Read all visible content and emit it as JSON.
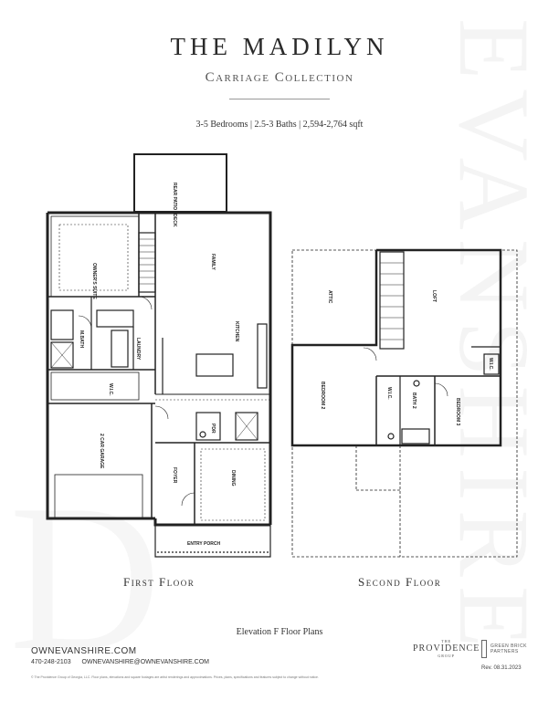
{
  "watermark": "EVANSHIRE",
  "header": {
    "title": "THE MADILYN",
    "subtitle": "Carriage Collection",
    "specs": "3-5 Bedrooms  |  2.5-3 Baths  |  2,594-2,764 sqft"
  },
  "first_floor": {
    "label": "First Floor",
    "rooms": {
      "deck": "REAR PATIO / DECK",
      "owners_suite": "OWNER'S SUITE",
      "family": "FAMILY",
      "kitchen": "KITCHEN",
      "mbath": "M.BATH",
      "laundry": "LAUNDRY",
      "wic": "W.I.C.",
      "garage": "2 CAR GARAGE",
      "pdr": "PDR",
      "foyer": "FOYER",
      "dining": "DINING",
      "entry_porch": "ENTRY PORCH"
    }
  },
  "second_floor": {
    "label": "Second Floor",
    "rooms": {
      "attic": "ATTIC",
      "loft": "LOFT",
      "bedroom2": "BEDROOM 2",
      "wic": "W.I.C.",
      "bath2": "BATH 2",
      "bedroom3": "BEDROOM 3",
      "wic2": "W.I.C."
    }
  },
  "elevation": "Elevation F Floor Plans",
  "footer": {
    "website": "OWNEVANSHIRE.COM",
    "phone": "470-248-2103",
    "email": "OWNEVANSHIRE@OWNEVANSHIRE.COM",
    "logo1_small": "THE",
    "logo1_main": "PROVIDENCE",
    "logo1_sub": "GROUP",
    "logo2": "GREEN BRICK",
    "logo2_sub": "PARTNERS",
    "revision": "Rev. 08.31.2023",
    "disclaimer": "© The Providence Group of Georgia, LLC. Floor plans, elevations and square footages are artist renderings and approximations. Prices, plans, specifications and features subject to change without notice."
  }
}
